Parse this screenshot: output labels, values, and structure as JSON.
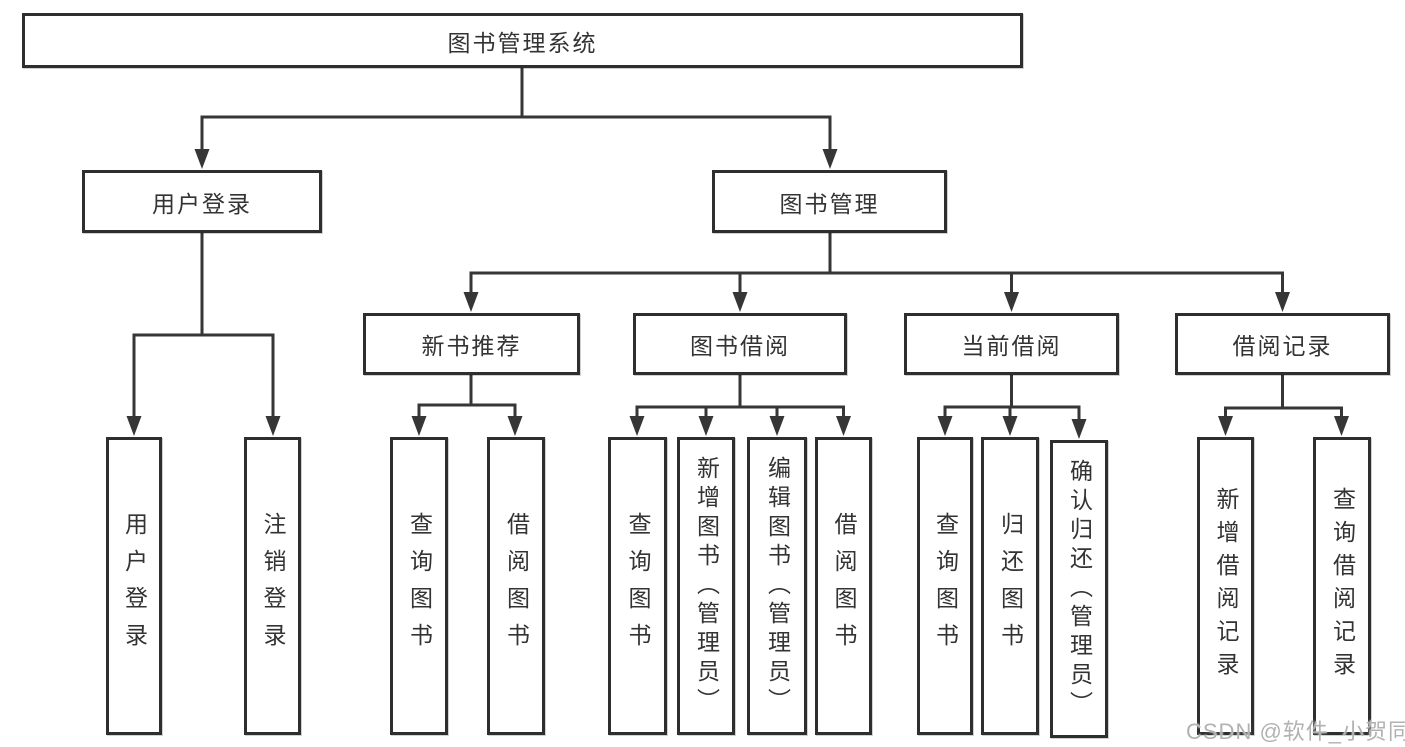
{
  "diagram": {
    "root": {
      "label": "图书管理系统"
    },
    "level2": {
      "user_login": {
        "label": "用户登录"
      },
      "book_management": {
        "label": "图书管理"
      }
    },
    "level3": {
      "new_book_recommend": {
        "label": "新书推荐"
      },
      "book_borrow": {
        "label": "图书借阅"
      },
      "current_borrow": {
        "label": "当前借阅"
      },
      "borrow_records": {
        "label": "借阅记录"
      }
    },
    "leaves": {
      "user_login": [
        "用户登录",
        "注销登录"
      ],
      "new_book_recommend": [
        "查询图书",
        "借阅图书"
      ],
      "book_borrow": [
        "查询图书",
        "新增图书（管理员）",
        "编辑图书（管理员）",
        "借阅图书"
      ],
      "current_borrow": [
        "查询图书",
        "归还图书",
        "确认归还（管理员）"
      ],
      "borrow_records": [
        "新增借阅记录",
        "查询借阅记录"
      ]
    },
    "watermark": "CSDN @软件_小贺同学"
  }
}
